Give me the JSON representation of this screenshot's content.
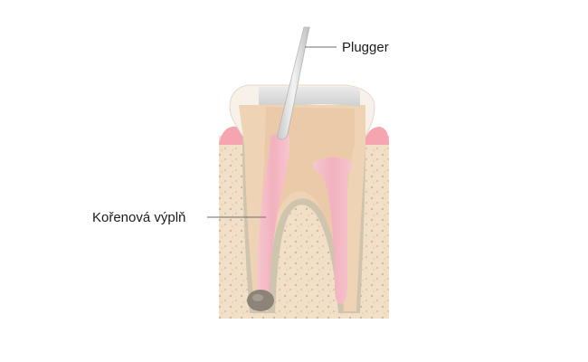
{
  "labels": {
    "plugger": "Plugger",
    "root_filling": "Kořenová výplň"
  },
  "colors": {
    "bone": "#f1dfc8",
    "bone_pores": "#c9ae8c",
    "ligament": "#cfc4ae",
    "dentin": "#efd3b5",
    "enamel": "#f7f1ea",
    "temporary_filling": "#c3c3c3",
    "gum": "#f4a5b0",
    "pulp_filling": "#f2b9c4",
    "plugger": "#dadada",
    "abscess": "#8c8478",
    "leader_line": "#6e6e6e"
  },
  "icons": {
    "tooth": "tooth-cross-section",
    "instrument": "plugger-instrument"
  }
}
